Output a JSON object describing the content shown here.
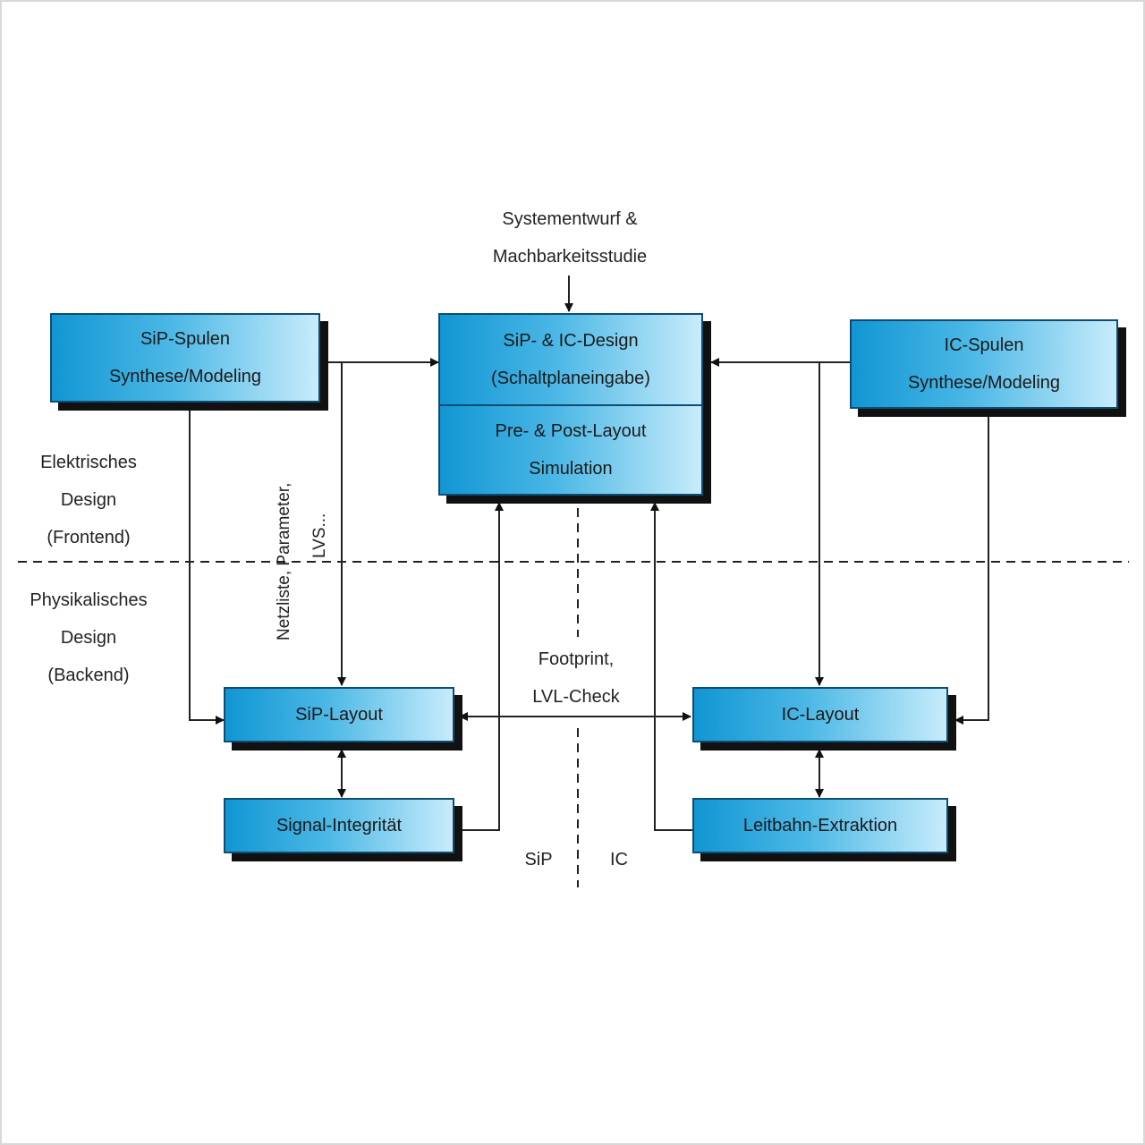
{
  "colors": {
    "box_dark": "#1196d3",
    "box_light": "#c8ecfb",
    "shadow": "#111111",
    "line": "#222222"
  },
  "top_input": {
    "line1": "Systementwurf &",
    "line2": "Machbarkeitsstudie"
  },
  "boxes": {
    "sip_spulen": {
      "line1": "SiP-Spulen",
      "line2": "Synthese/Modeling"
    },
    "design": {
      "line1": "SiP- & IC-Design",
      "line2": "(Schaltplaneingabe)"
    },
    "simulation": {
      "line1": "Pre- & Post-Layout",
      "line2": "Simulation"
    },
    "ic_spulen": {
      "line1": "IC-Spulen",
      "line2": "Synthese/Modeling"
    },
    "sip_layout": {
      "label": "SiP-Layout"
    },
    "signal_integritaet": {
      "label": "Signal-Integrität"
    },
    "ic_layout": {
      "label": "IC-Layout"
    },
    "leitbahn": {
      "label": "Leitbahn-Extraktion"
    }
  },
  "regions": {
    "frontend": {
      "line1": "Elektrisches",
      "line2": "Design",
      "line3": "(Frontend)"
    },
    "backend": {
      "line1": "Physikalisches",
      "line2": "Design",
      "line3": "(Backend)"
    }
  },
  "annotations": {
    "netzliste": {
      "line1": "Netzliste, Parameter,",
      "line2": "LVS..."
    },
    "footprint": {
      "line1": "Footprint,",
      "line2": "LVL-Check"
    },
    "sip": "SiP",
    "ic": "IC"
  }
}
